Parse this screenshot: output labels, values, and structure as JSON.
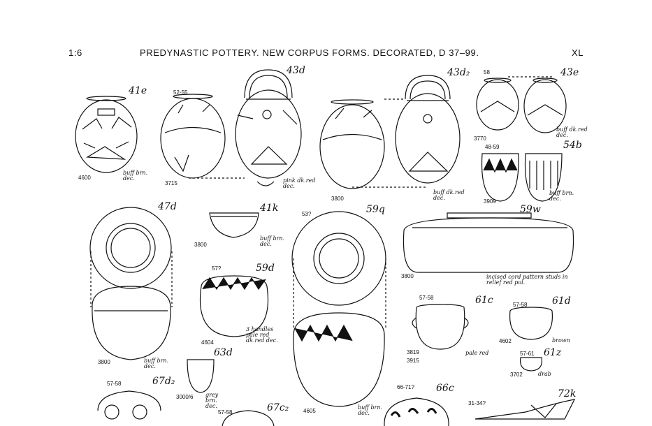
{
  "header": {
    "scale": "1:6",
    "title": "PREDYNASTIC POTTERY.  NEW CORPUS FORMS.  DECORATED, D 37–99.",
    "plate": "XL"
  },
  "forms": [
    {
      "label": "41e",
      "numbers": [
        "4600"
      ],
      "note": "buff brn. dec."
    },
    {
      "label": "43d",
      "numbers": [
        "52-55",
        "3715"
      ],
      "note": "pink dk.red dec."
    },
    {
      "label": "43d₂",
      "numbers": [
        "3800"
      ],
      "note": "buff dk.red dec."
    },
    {
      "label": "43e",
      "numbers": [
        "58",
        "3770"
      ],
      "note": "buff dk.red dec."
    },
    {
      "label": "54b",
      "numbers": [
        "48-59",
        "3909"
      ],
      "note": "buff brn. dec."
    },
    {
      "label": "47d",
      "numbers": [
        "3800"
      ],
      "note": "buff brn. dec."
    },
    {
      "label": "41k",
      "numbers": [
        "3800"
      ],
      "note": "buff brn. dec."
    },
    {
      "label": "59q",
      "numbers": [
        "53?",
        "4605"
      ],
      "note": "buff brn. dec."
    },
    {
      "label": "59w",
      "numbers": [
        "3800"
      ],
      "note": "incised cord pattern studs in relief  red pol."
    },
    {
      "label": "59d",
      "numbers": [
        "57?",
        "4604"
      ],
      "note": "3 handles pale red dk.red dec."
    },
    {
      "label": "61c",
      "numbers": [
        "57-58",
        "3819",
        "3915"
      ],
      "note": "pale red"
    },
    {
      "label": "61d",
      "numbers": [
        "57-58",
        "4602"
      ],
      "note": "brown"
    },
    {
      "label": "61z",
      "numbers": [
        "57-61",
        "3702"
      ],
      "note": "drab"
    },
    {
      "label": "63d",
      "numbers": [
        "3000/6"
      ],
      "note": "grey brn. dec."
    },
    {
      "label": "67d₂",
      "numbers": [
        "57-58"
      ],
      "note": ""
    },
    {
      "label": "67c₂",
      "numbers": [
        "57-58"
      ],
      "note": ""
    },
    {
      "label": "66c",
      "numbers": [
        "66-71?"
      ],
      "note": ""
    },
    {
      "label": "72k",
      "numbers": [
        "31-34?"
      ],
      "note": ""
    }
  ]
}
